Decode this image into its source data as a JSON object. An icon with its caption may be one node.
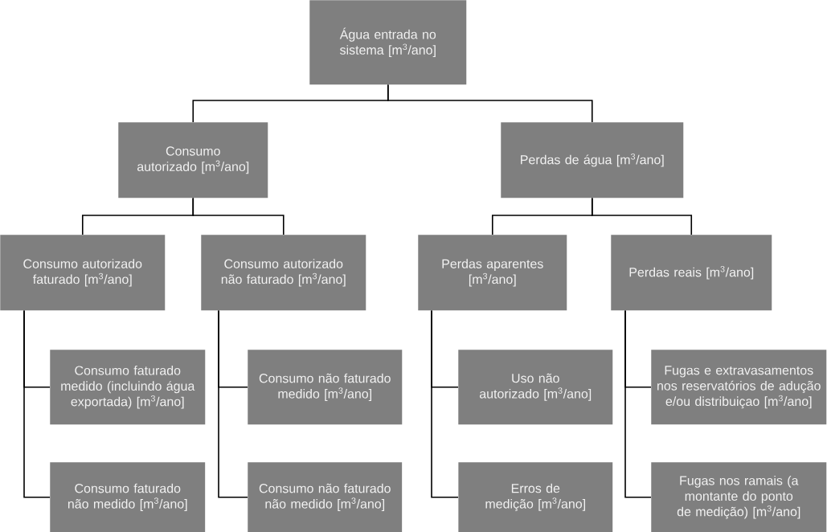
{
  "diagram": {
    "nodes": [
      {
        "text": [
          "Água entrada no sistema [m$^{3}$/ano]"
        ]
      },
      {
        "text": [
          "Consumo autorizado [m$^{3}$/ano]"
        ]
      },
      {
        "text": [
          "Perdas de água [m$^{3}$/ano]"
        ]
      },
      {
        "text": [
          "Consumo autorizado faturado [m$^{3}$/ano]"
        ]
      },
      {
        "text": [
          "Consumo autorizado  não faturado [m$^{3}$/ano]"
        ]
      },
      {
        "text": [
          "Perdas aparentes [m$^{3}$/ano]"
        ]
      },
      {
        "text": [
          "Perdas reais [m$^{3}$/ano]"
        ]
      },
      {
        "text": [
          "Consumo faturado medido (incluindo água exportada) [m$^{3}$/ano]"
        ]
      },
      {
        "text": [
          "Consumo faturado não medido  [m$^{3}$/ano]"
        ]
      },
      {
        "text": [
          "Consumo  não faturado medido [m$^{3}$/ano]"
        ]
      },
      {
        "text": [
          "Consumo  não faturado não medido [m$^{3}$/ano]"
        ]
      },
      {
        "text": [
          "Uso não autorizado [m$^{3}$/ano]"
        ]
      },
      {
        "text": [
          "Erros de medição [m$^{3}$/ano]"
        ]
      },
      {
        "text": [
          "Fugas e extravasamentos nos reservatórios de adução e/ou distribuiçao [m$^{3}$/ano]"
        ]
      },
      {
        "text": [
          "Fugas nos ramais (a montante do ponto de medição) [m$^{3}$/ano]"
        ]
      }
    ],
    "edges": [
      {
        "from": 0,
        "to": 1,
        "arrow": "none"
      },
      {
        "from": 0,
        "to": 2,
        "arrow": "none"
      },
      {
        "from": 1,
        "to": 3,
        "arrow": "none"
      },
      {
        "from": 1,
        "to": 4,
        "arrow": "none"
      },
      {
        "from": 2,
        "to": 5,
        "arrow": "none"
      },
      {
        "from": 2,
        "to": 6,
        "arrow": "none"
      },
      {
        "from": 3,
        "to": 7,
        "arrow": "none"
      },
      {
        "from": 3,
        "to": 8,
        "arrow": "none"
      },
      {
        "from": 4,
        "to": 9,
        "arrow": "none"
      },
      {
        "from": 4,
        "to": 10,
        "arrow": "none"
      },
      {
        "from": 5,
        "to": 11,
        "arrow": "none"
      },
      {
        "from": 5,
        "to": 12,
        "arrow": "none"
      },
      {
        "from": 6,
        "to": 13,
        "arrow": "none"
      },
      {
        "from": 6,
        "to": 14,
        "arrow": "none"
      }
    ]
  }
}
